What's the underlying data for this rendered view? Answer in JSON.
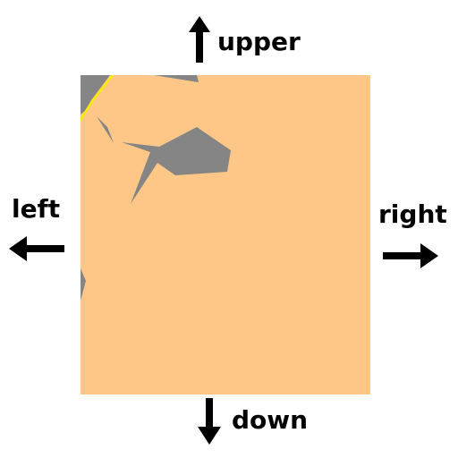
{
  "directions": {
    "upper": "upper",
    "left": "left",
    "right": "right",
    "down": "down"
  },
  "icons": {
    "upper": "arrow-up-icon",
    "left": "arrow-left-icon",
    "right": "arrow-right-icon",
    "down": "arrow-down-icon"
  },
  "colors": {
    "background": "#ffffff",
    "terrain": "#fec788",
    "obstacle": "#858585",
    "path": "#f5ec00",
    "arrow": "#000000"
  }
}
